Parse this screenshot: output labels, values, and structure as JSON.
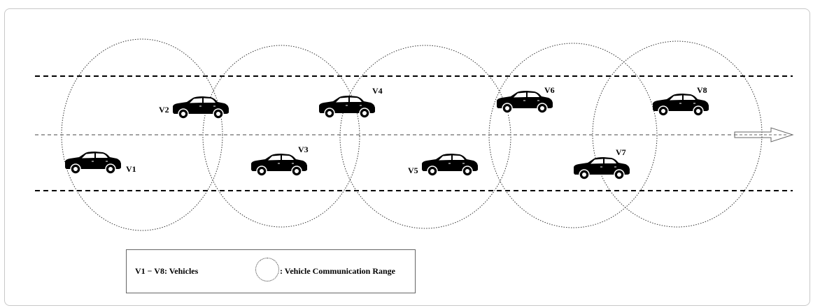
{
  "diagram": {
    "vehicles": [
      {
        "label": "V1"
      },
      {
        "label": "V2"
      },
      {
        "label": "V3"
      },
      {
        "label": "V4"
      },
      {
        "label": "V5"
      },
      {
        "label": "V6"
      },
      {
        "label": "V7"
      },
      {
        "label": "V8"
      }
    ]
  },
  "legend": {
    "vehicles_text": "V1 − V8: Vehicles",
    "range_text": ": Vehicle Communication Range"
  },
  "colors": {
    "ink": "#000000",
    "frame_border": "#c8c8c8"
  }
}
